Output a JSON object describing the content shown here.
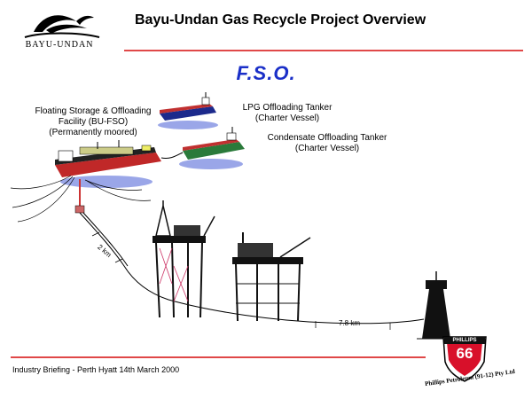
{
  "header": {
    "logo_text": "BAYU-UNDAN",
    "title": "Bayu-Undan Gas Recycle Project Overview"
  },
  "slide": {
    "subtitle": "F.S.O."
  },
  "labels": {
    "fso_line1": "Floating Storage & Offloading",
    "fso_line2": "Facility (BU-FSO)",
    "fso_line3": "(Permanently moored)",
    "lpg_line1": "LPG Offloading Tanker",
    "lpg_line2": "(Charter Vessel)",
    "condensate_line1": "Condensate Offloading Tanker",
    "condensate_line2": "(Charter Vessel)"
  },
  "distances": {
    "fso_to_platform": "2 km",
    "platform_to_remote": "7.8 km"
  },
  "footer": {
    "briefing": "Industry Briefing - Perth Hyatt 14th March 2000",
    "badge_top": "PHILLIPS",
    "badge_number": "66",
    "badge_company": "Phillips Petroleum (91-12) Pty Ltd"
  },
  "colors": {
    "accent_rule": "#e04848",
    "subtitle_blue": "#1a2fc8",
    "badge_red": "#d8102a"
  }
}
